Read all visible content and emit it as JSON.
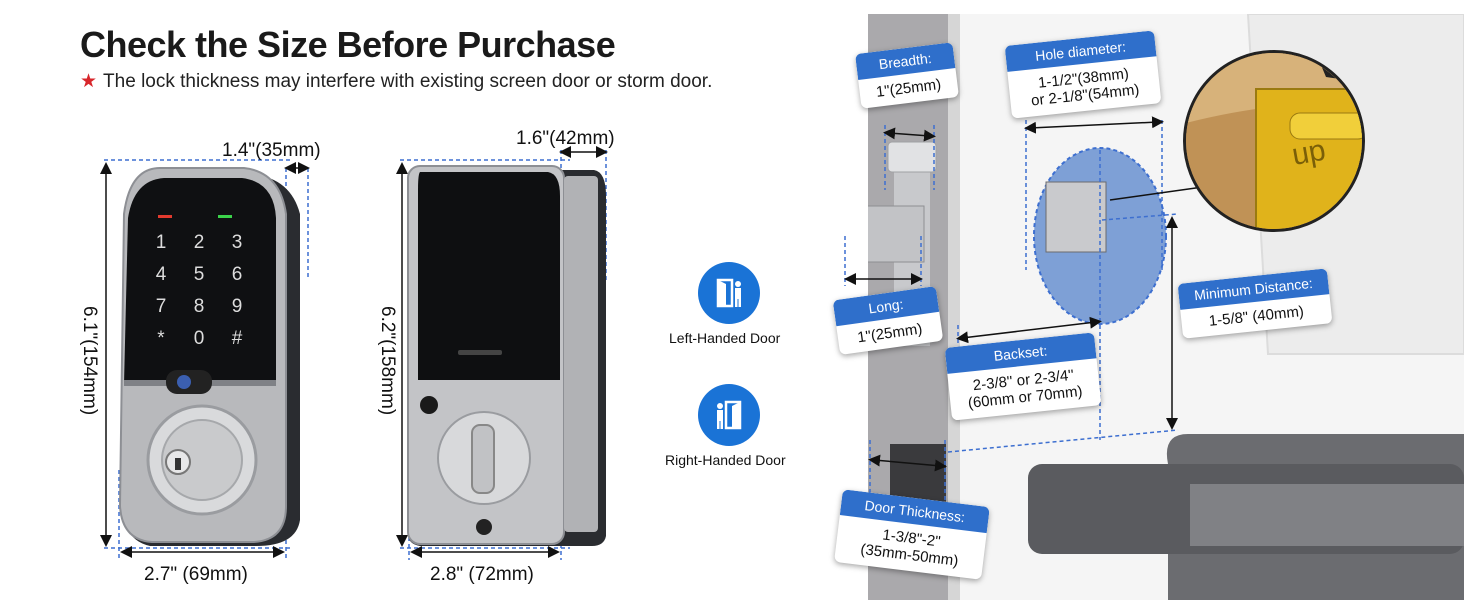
{
  "header": {
    "title": "Check the Size Before Purchase",
    "star": "★",
    "note": "The lock thickness may interfere with existing screen door or storm door."
  },
  "front_view": {
    "depth": "1.4\"(35mm)",
    "height": "6.1\"(154mm)",
    "width": "2.7\" (69mm)",
    "keypad": [
      "1",
      "2",
      "3",
      "4",
      "5",
      "6",
      "7",
      "8",
      "9",
      "*",
      "0",
      "#"
    ]
  },
  "back_view": {
    "depth": "1.6\"(42mm)",
    "height": "6.2\"(158mm)",
    "width": "2.8\" (72mm)"
  },
  "handedness": {
    "left": "Left-Handed Door",
    "right": "Right-Handed Door"
  },
  "door_specs": {
    "breadth": {
      "label": "Breadth:",
      "value": "1\"(25mm)"
    },
    "hole": {
      "label": "Hole diameter:",
      "value1": "1-1/2\"(38mm)",
      "value2": "or 2-1/8\"(54mm)"
    },
    "long": {
      "label": "Long:",
      "value": "1\"(25mm)"
    },
    "backset": {
      "label": "Backset:",
      "value1": "2-3/8'' or 2-3/4''",
      "value2": "(60mm or 70mm)"
    },
    "minimum": {
      "label": "Minimum Distance:",
      "value": "1-5/8\" (40mm)"
    },
    "thickness": {
      "label": "Door Thickness:",
      "value1": "1-3/8\"-2\"",
      "value2": "(35mm-50mm)"
    }
  },
  "zoom_text": "up",
  "colors": {
    "accent": "#2f6fcb",
    "icon": "#1a73d6",
    "guide": "#3d6fd0",
    "star": "#d8262b"
  }
}
